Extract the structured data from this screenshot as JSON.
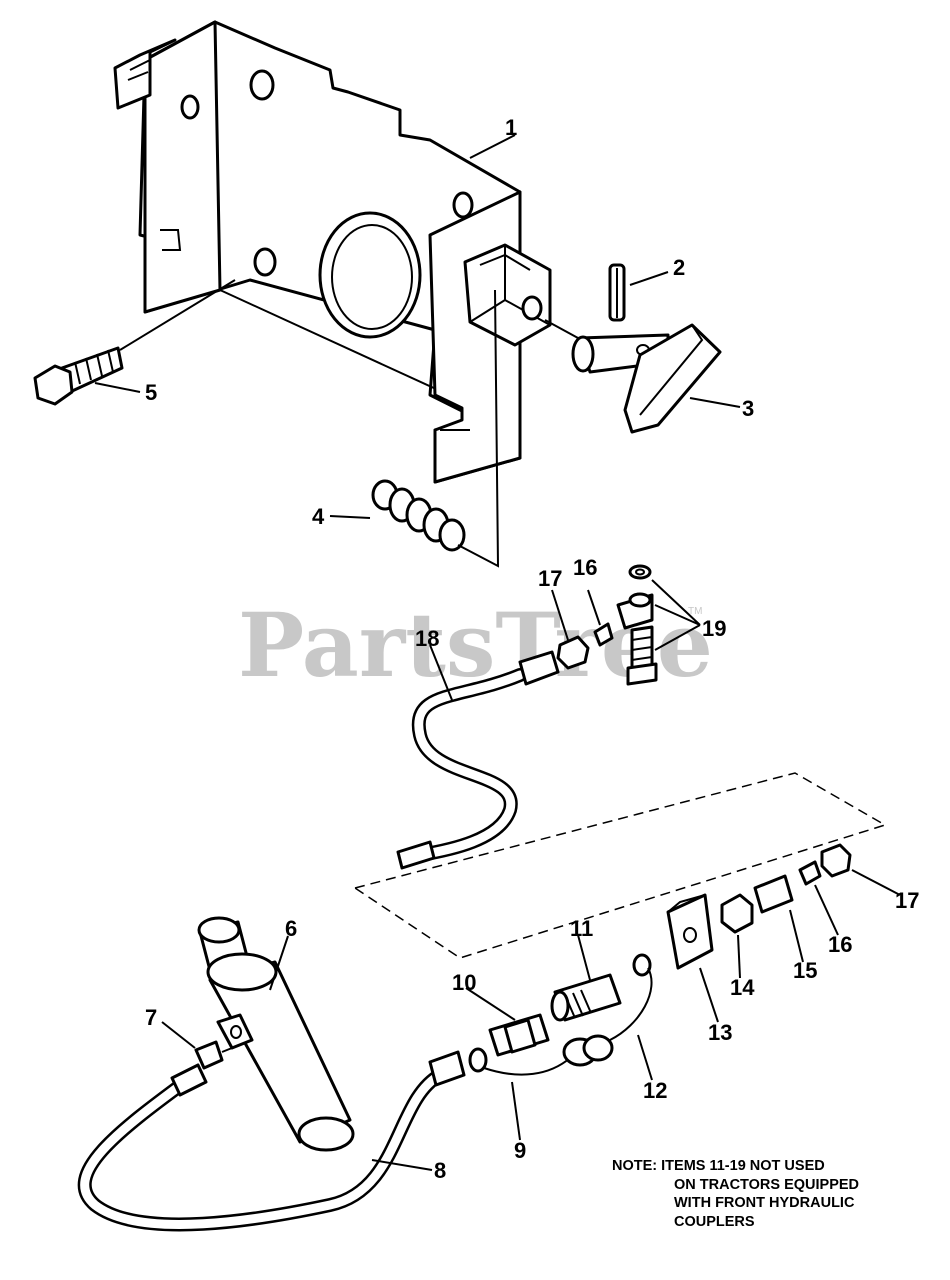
{
  "watermark": {
    "text": "PartsTree",
    "trademark": "TM"
  },
  "labels": [
    "1",
    "2",
    "3",
    "4",
    "5",
    "6",
    "7",
    "8",
    "9",
    "10",
    "11",
    "12",
    "13",
    "14",
    "15",
    "16",
    "17",
    "18",
    "19",
    "16",
    "17"
  ],
  "note": {
    "line1": "NOTE:  ITEMS 11-19 NOT USED",
    "line2": "ON TRACTORS EQUIPPED",
    "line3": "WITH FRONT HYDRAULIC",
    "line4": "COUPLERS"
  }
}
